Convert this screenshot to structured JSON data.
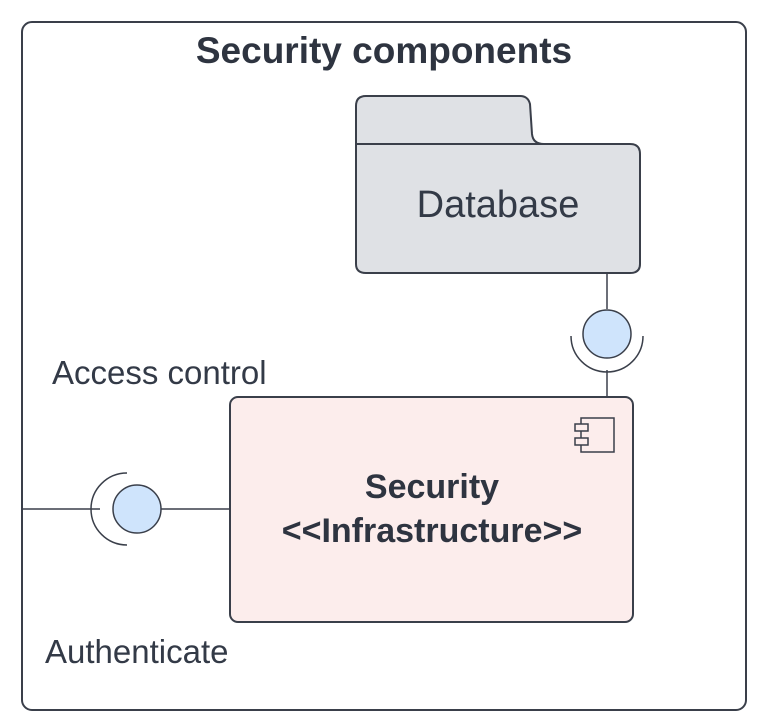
{
  "diagram": {
    "title": "Security components",
    "package": {
      "label": "Database"
    },
    "component": {
      "name": "Security",
      "stereotype": "<<Infrastructure>>",
      "icon": "component-icon"
    },
    "interfaces": [
      {
        "label": "Access control"
      },
      {
        "label": "Authenticate"
      }
    ]
  },
  "colors": {
    "frame_stroke": "#3a3f4a",
    "package_fill": "#dfe1e5",
    "component_fill": "#fcedec",
    "interface_fill": "#cfe4fc",
    "text": "#2e3440"
  }
}
